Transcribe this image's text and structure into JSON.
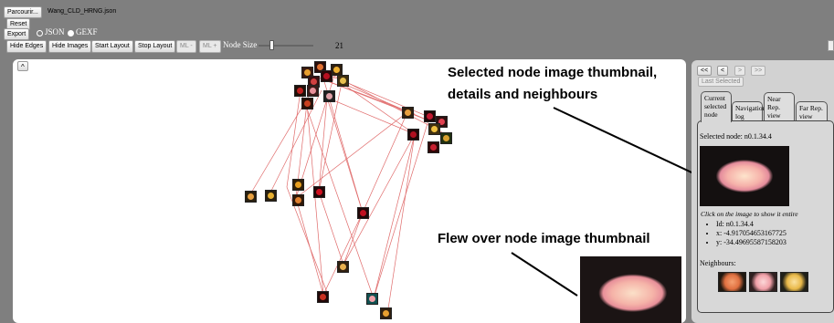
{
  "toolbar": {
    "browse_label": "Parcourir...",
    "file_name": "Wang_CLD_HRNG.json",
    "reset_label": "Reset",
    "export_label": "Export",
    "format_json": "JSON",
    "format_gexf": "GEXF",
    "selected_format": "GEXF",
    "hide_edges_label": "Hide Edges",
    "hide_images_label": "Hide Images",
    "start_layout_label": "Start Layout",
    "stop_layout_label": "Stop Layout",
    "ml_minus_label": "ML -",
    "ml_plus_label": "ML +",
    "node_size_label": "Node Size",
    "node_size_value": "21",
    "collapse_label": "^"
  },
  "nav": {
    "first_label": "<<",
    "prev_label": "<",
    "next_label": ">",
    "last_label": ">>",
    "last_selected_label": "Last Selected"
  },
  "tabs": [
    {
      "label": "Current selected node",
      "active": true
    },
    {
      "label": "Navigation log",
      "active": false
    },
    {
      "label": "Near Rep. view",
      "active": false
    },
    {
      "label": "Far Rep. view",
      "active": false
    }
  ],
  "details": {
    "selected_node_text": "Selected node: n0.1.34.4",
    "hint": "Click on the image to show it entire",
    "id_text": "Id: n0.1.34.4",
    "x_text": "x: -4.917054653167725",
    "y_text": "y: -34.49695587158203",
    "neighbours_label": "Neighbours:"
  },
  "annotations": {
    "selected_thumbnail": "Selected node image thumbnail,",
    "selected_thumbnail_line2": "details and neighbours",
    "flew_over": "Flew over node image thumbnail"
  },
  "colors": {
    "edge": "#e06a6a",
    "background": "#7f7f7f",
    "rose_pink": "#f2a0a8",
    "rose_red": "#c0162a",
    "rose_yellow": "#e8b020",
    "rose_orange": "#e07020"
  }
}
